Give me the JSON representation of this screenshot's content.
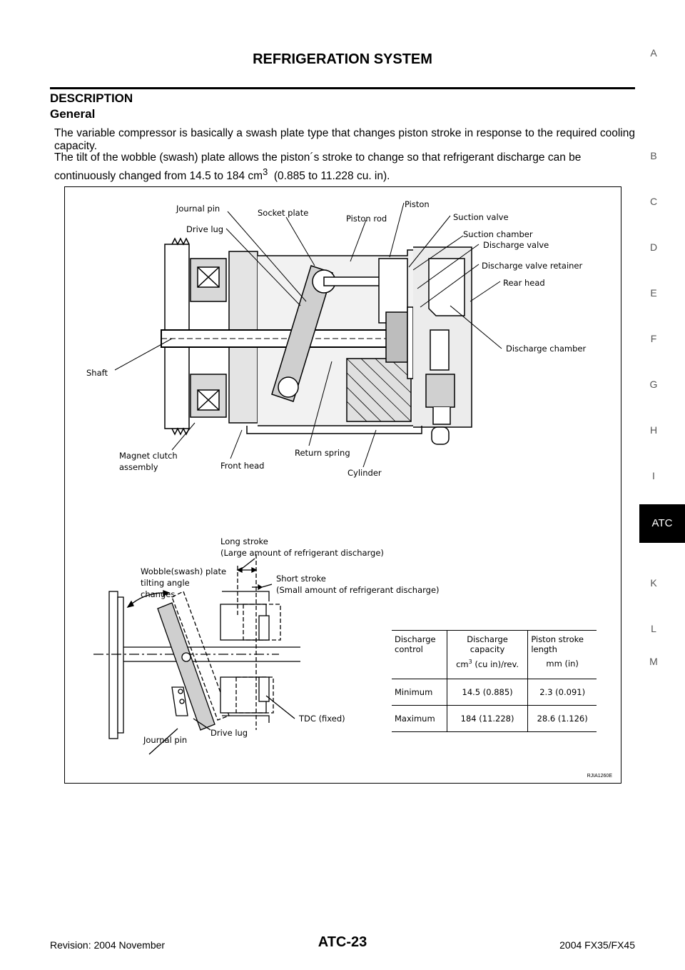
{
  "header": {
    "title": "REFRIGERATION SYSTEM"
  },
  "section": {
    "heading": "DESCRIPTION",
    "subheading": "General"
  },
  "body": {
    "para1": "The variable compressor is basically a swash plate type that changes piston stroke in response to the required cooling capacity.",
    "para2": "The tilt of the wobble (swash) plate allows the piston´s stroke to change so that refrigerant discharge can be",
    "para3_a": "continuously changed from 14.5 to 184 cm",
    "para3_sup": "3",
    "para3_b": "  (0.885 to 11.228 cu. in)."
  },
  "figure": {
    "labels": {
      "journal_pin": "Journal pin",
      "socket_plate": "Socket plate",
      "piston_rod": "Piston rod",
      "piston": "Piston",
      "suction_valve": "Suction valve",
      "suction_chamber": "Suction chamber",
      "drive_lug": "Drive lug",
      "discharge_valve": "Discharge valve",
      "discharge_valve_retainer": "Discharge valve retainer",
      "rear_head": "Rear head",
      "discharge_chamber": "Discharge chamber",
      "shaft": "Shaft",
      "magnet_clutch_1": "Magnet clutch",
      "magnet_clutch_2": "assembly",
      "front_head": "Front head",
      "return_spring": "Return spring",
      "cylinder": "Cylinder",
      "long_stroke_1": "Long stroke",
      "long_stroke_2": "(Large amount of refrigerant discharge)",
      "short_stroke_1": "Short stroke",
      "short_stroke_2": "(Small amount of refrigerant discharge)",
      "wobble_1": "Wobble(swash) plate",
      "wobble_2": "tilting angle",
      "wobble_3": "changes",
      "tdc": "TDC (fixed)",
      "journal_pin_lower": "Journal pin",
      "drive_lug_lower": "Drive lug"
    },
    "table": {
      "headers": {
        "col1_1": "Discharge",
        "col1_2": "control",
        "col2_1": "Discharge",
        "col2_2": "capacity",
        "col2_unit_a": "cm",
        "col2_unit_sup": "3",
        "col2_unit_b": " (cu in)/rev.",
        "col3_1": "Piston stroke",
        "col3_2": "length",
        "col3_unit": "mm (in)"
      },
      "rows": [
        {
          "control": "Minimum",
          "capacity": "14.5 (0.885)",
          "stroke": "2.3 (0.091)"
        },
        {
          "control": "Maximum",
          "capacity": "184 (11.228)",
          "stroke": "28.6 (1.126)"
        }
      ]
    },
    "id": "RJIA1260E"
  },
  "side_index": {
    "letters": [
      "A",
      "B",
      "C",
      "D",
      "E",
      "F",
      "G",
      "H",
      "I",
      "K",
      "L",
      "M"
    ],
    "active": "ATC"
  },
  "footer": {
    "left": "Revision: 2004 November",
    "center": "ATC-23",
    "right": "2004 FX35/FX45"
  }
}
